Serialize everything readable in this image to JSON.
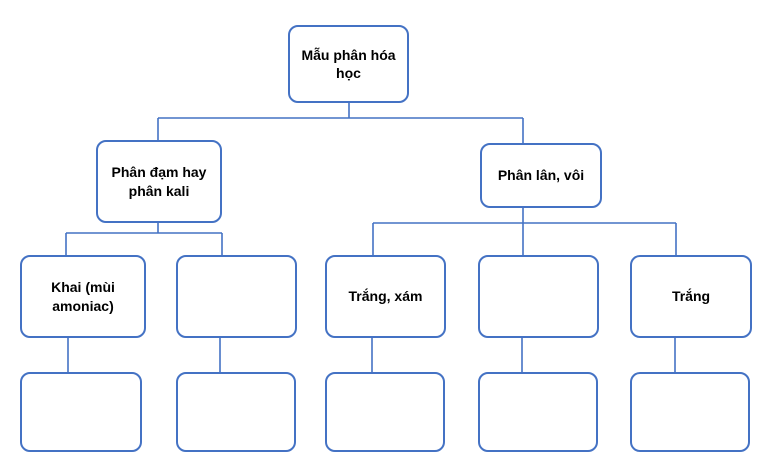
{
  "diagram": {
    "accent_color": "#4472C4",
    "nodes": {
      "root": {
        "label": "Mẫu phân hóa học"
      },
      "branch_left": {
        "label": "Phân đạm hay phân kali"
      },
      "branch_right": {
        "label": "Phân lân, vôi"
      },
      "leaf_khai": {
        "label": "Khai (mùi amoniac)"
      },
      "leaf_empty_left": {
        "label": ""
      },
      "leaf_trang_xam": {
        "label": "Trắng, xám"
      },
      "leaf_empty_right": {
        "label": ""
      },
      "leaf_trang": {
        "label": "Trắng"
      },
      "answer_1": {
        "label": ""
      },
      "answer_2": {
        "label": ""
      },
      "answer_3": {
        "label": ""
      },
      "answer_4": {
        "label": ""
      },
      "answer_5": {
        "label": ""
      }
    }
  }
}
